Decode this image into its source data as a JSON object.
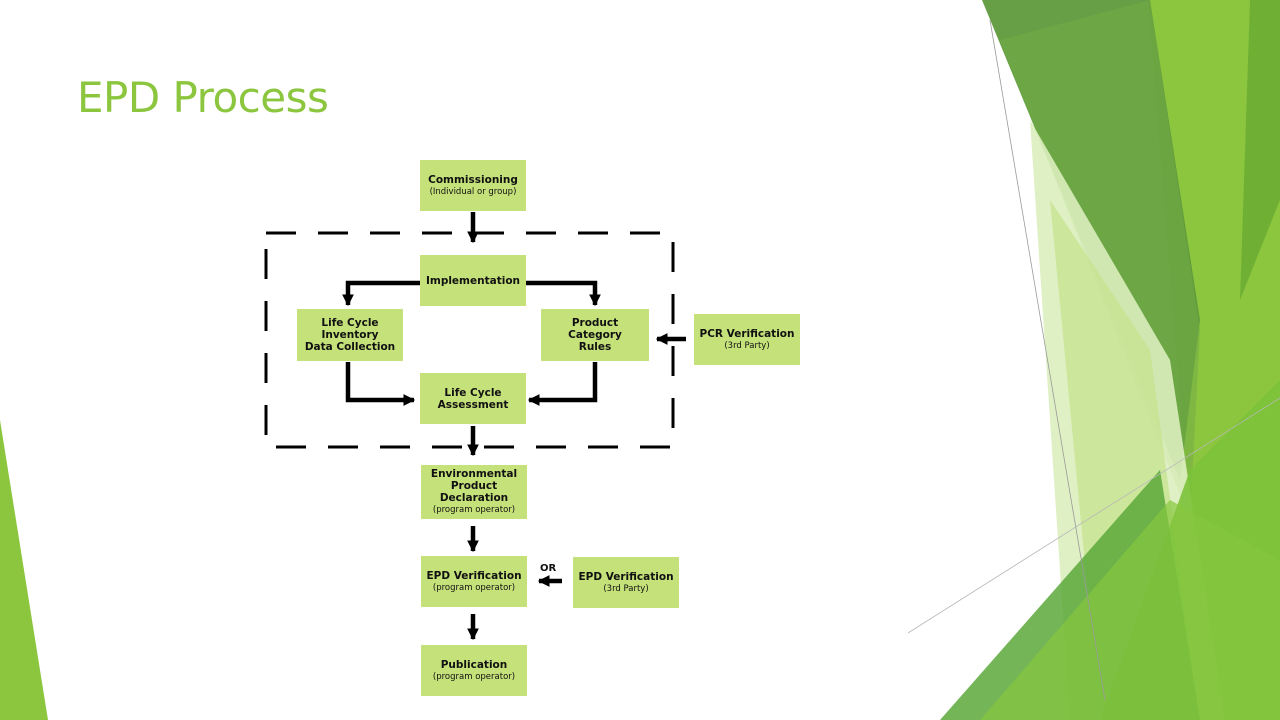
{
  "slide": {
    "title": "EPD Process",
    "title_color": "#8cc63f"
  },
  "diagram": {
    "box_color": "#c5e17a",
    "line_color": "#000000",
    "nodes": {
      "commissioning": {
        "title": "Commissioning",
        "subtitle": "(Individual or group)"
      },
      "implementation": {
        "title": "Implementation",
        "subtitle": ""
      },
      "lci": {
        "title": "Life Cycle\nInventory\nData Collection",
        "subtitle": ""
      },
      "pcr": {
        "title": "Product Category\nRules",
        "subtitle": ""
      },
      "pcr_verification": {
        "title": "PCR Verification",
        "subtitle": "(3rd Party)"
      },
      "lca": {
        "title": "Life Cycle\nAssessment",
        "subtitle": ""
      },
      "epd": {
        "title": "Environmental\nProduct\nDeclaration",
        "subtitle": "(program operator)"
      },
      "epd_verification": {
        "title": "EPD Verification",
        "subtitle": "(program operator)"
      },
      "epd_verification_3rd": {
        "title": "EPD Verification",
        "subtitle": "(3rd Party)"
      },
      "publication": {
        "title": "Publication",
        "subtitle": "(program operator)"
      }
    },
    "or_label": "OR"
  }
}
